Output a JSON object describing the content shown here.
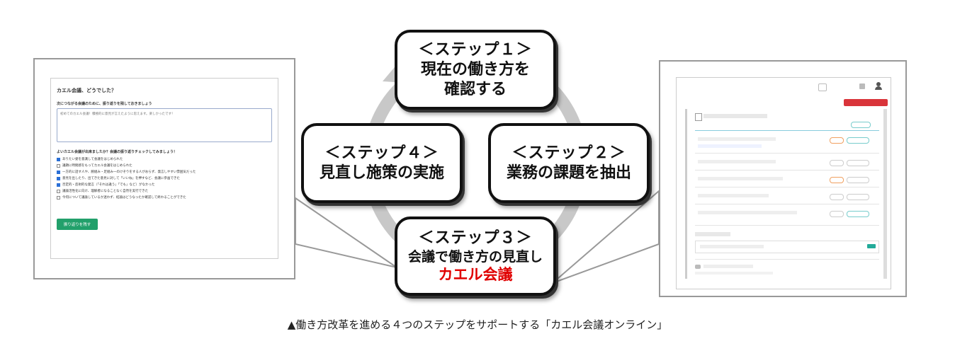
{
  "steps": [
    {
      "line1": "＜ステップ１＞",
      "line2": "現在の働き方を",
      "line3": "確認する"
    },
    {
      "line1": "＜ステップ２＞",
      "line2": "業務の課題を抽出"
    },
    {
      "line1": "＜ステップ３＞",
      "line2": "会議で働き方の見直し",
      "line3": "カエル会議"
    },
    {
      "line1": "＜ステップ４＞",
      "line2": "見直し施策の実施"
    }
  ],
  "left_screenshot": {
    "title": "カエル会議、どうでした？",
    "subtitle": "次につながる会議のために、振り返りを残しておきましょう",
    "textarea_value": "初めてのカエル会議！積極的に意見が言えたように思えます。楽しかったです！",
    "question": "よいカエル会議が出来ましたか？会議の振り返りチェックしてみましょう！",
    "checklist": [
      {
        "label": "ありたい姿を意識して会議をはじめられた",
        "checked": true
      },
      {
        "label": "議題に時間感をもってカエル会議をはじめられた",
        "checked": false
      },
      {
        "label": "一方的に話す人や、腕組み・足組み一のけぞりをする人がおらず、発言しやすい雰囲気だった",
        "checked": true
      },
      {
        "label": "意見を出したり、出てきた意見に対して「いいね」を押すなど、会議に参画できた",
        "checked": true
      },
      {
        "label": "否定的・反射的な発言（「それは違う」「でも」など）がなかった",
        "checked": true
      },
      {
        "label": "議論活性化に向け、理解者になることなく自然を実行できた",
        "checked": false
      },
      {
        "label": "今何について議論しているか迷わず、結論はどうなったか確認して終わることができた",
        "checked": false
      }
    ],
    "button_label": "振り返りを残す"
  },
  "caption": "▲働き方改革を進める４つのステップをサポートする「カエル会議オンライン」",
  "colors": {
    "accent_red": "#e00000",
    "ring": "#c8c8c8",
    "button_green": "#22a06b"
  }
}
